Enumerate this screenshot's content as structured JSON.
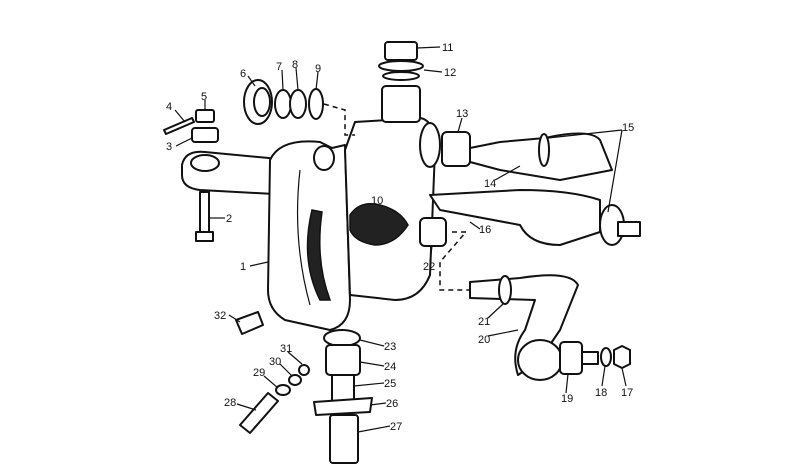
{
  "diagram": {
    "type": "exploded parts drawing",
    "colors": {
      "line": "#111111",
      "background": "#ffffff"
    },
    "callouts": [
      "1",
      "2",
      "3",
      "4",
      "5",
      "6",
      "7",
      "8",
      "9",
      "10",
      "11",
      "12",
      "13",
      "14",
      "15",
      "16",
      "17",
      "18",
      "19",
      "20",
      "21",
      "22",
      "23",
      "24",
      "25",
      "26",
      "27",
      "28",
      "29",
      "30",
      "31",
      "32"
    ]
  }
}
